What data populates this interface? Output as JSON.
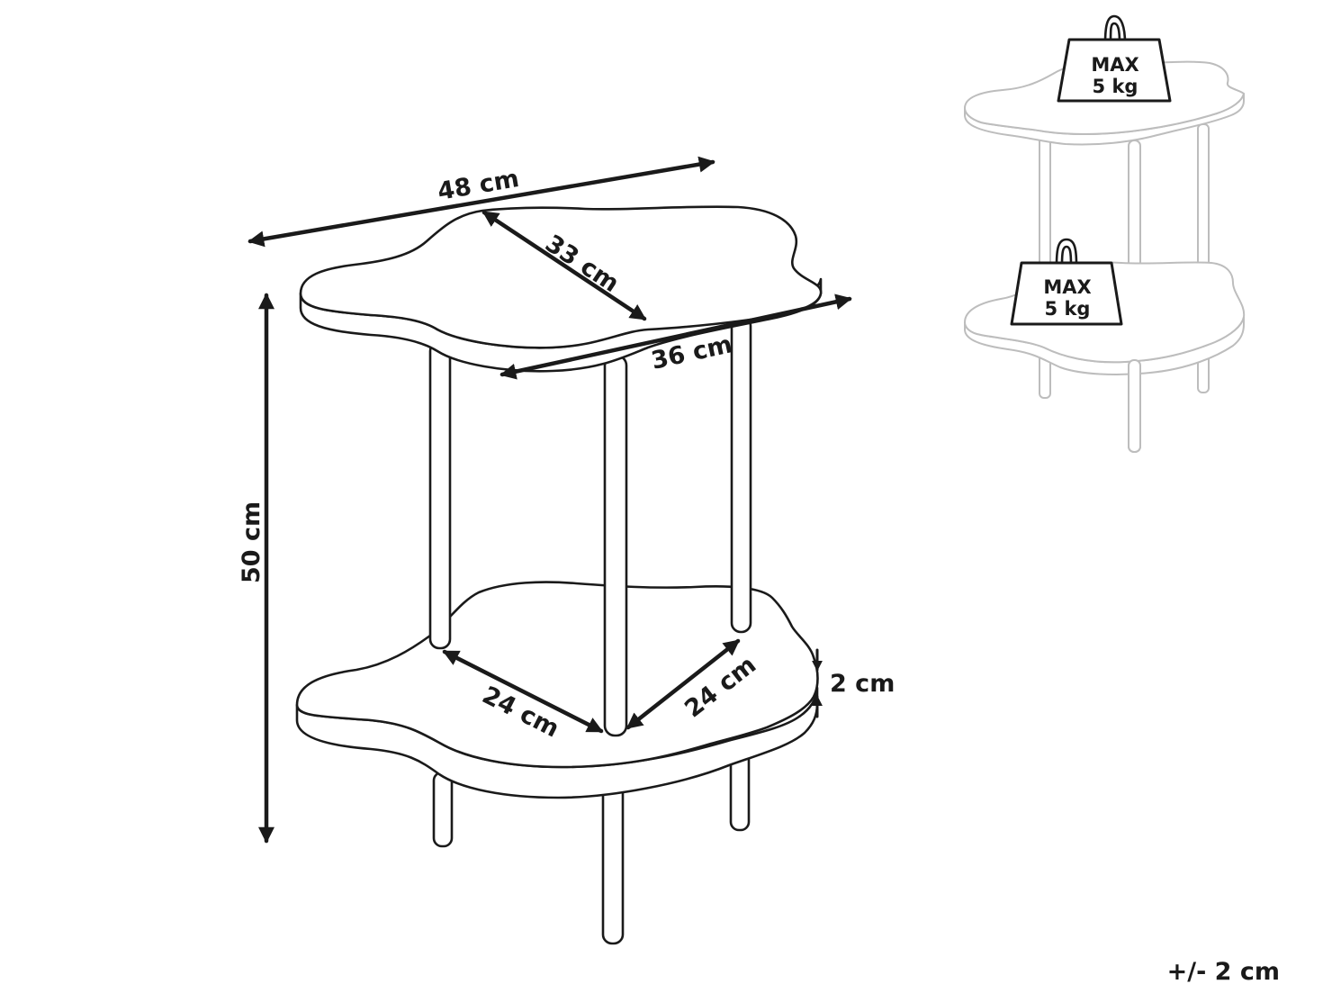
{
  "dimensions": {
    "width_top": "48 cm",
    "depth_top": "33 cm",
    "width_front": "36 cm",
    "height": "50 cm",
    "leg_span_left": "24 cm",
    "leg_span_right": "24 cm",
    "shelf_thickness": "2 cm"
  },
  "load_limits": {
    "top_shelf": {
      "line1": "MAX",
      "line2": "5 kg"
    },
    "bottom_shelf": {
      "line1": "MAX",
      "line2": "5 kg"
    }
  },
  "tolerance": "+/- 2 cm"
}
